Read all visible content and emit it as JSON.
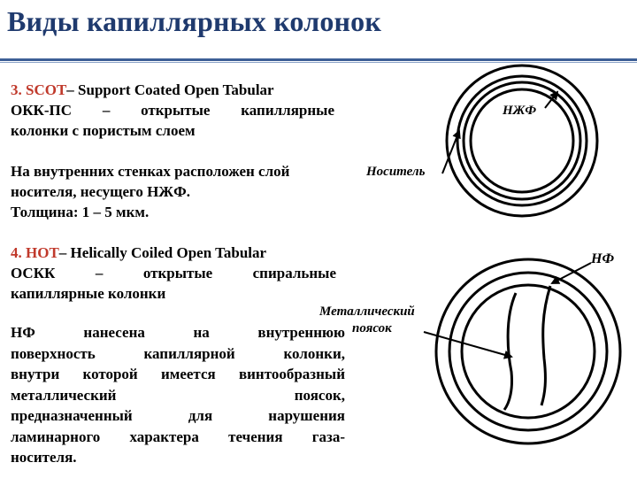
{
  "title": "Виды капиллярных колонок",
  "scot": {
    "heading_code": "3. SCOT",
    "heading_rest": "– Support Coated Open Tabular",
    "desc_line1": "ОКК-ПС – открытые капиллярные",
    "desc_line2": "колонки с пористым слоем",
    "body_line1": "На внутренних стенках расположен слой",
    "body_line2": "носителя, несущего НЖФ.",
    "body_line3": "Толщина: 1 – 5 мкм."
  },
  "hot": {
    "heading_code": "4. HOT",
    "heading_rest": "– Helically Coiled Open Tabular",
    "desc_line1": "ОСКК – открытые спиральные",
    "desc_line2": "капиллярные колонки",
    "body_lines": [
      "НФ нанесена на внутреннюю",
      "поверхность капиллярной колонки,",
      "внутри которой имеется винтообразный",
      "металлический поясок,",
      "предназначенный для нарушения",
      "ламинарного характера течения газа-",
      "носителя."
    ]
  },
  "labels": {
    "nzhf": "НЖФ",
    "carrier": "Носитель",
    "nf": "НФ",
    "metal_line1": "Металлический",
    "metal_line2": "поясок"
  },
  "colors": {
    "title": "#1f3a6e",
    "rule": "#3d5f96",
    "accent_red": "#c0392b"
  }
}
